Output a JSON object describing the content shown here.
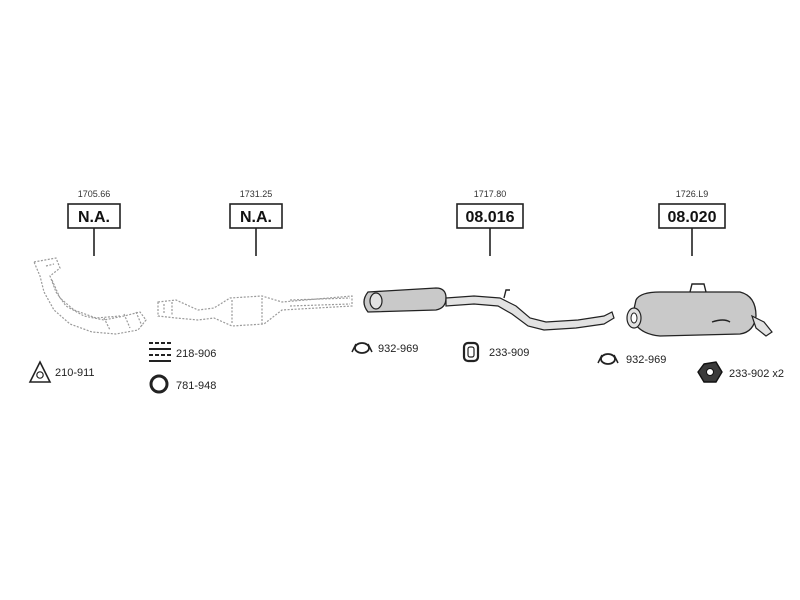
{
  "sections": [
    {
      "ref": "1705.66",
      "code": "N.A."
    },
    {
      "ref": "1731.25",
      "code": "N.A."
    },
    {
      "ref": "1717.80",
      "code": "08.016"
    },
    {
      "ref": "1726.L9",
      "code": "08.020"
    }
  ],
  "parts": [
    {
      "label": "210-911",
      "icon": "triangle-gasket-icon"
    },
    {
      "label": "218-906",
      "icon": "bolt-set-icon"
    },
    {
      "label": "781-948",
      "icon": "ring-gasket-icon"
    },
    {
      "label": "932-969",
      "icon": "clamp-icon"
    },
    {
      "label": "233-909",
      "icon": "rubber-mount-icon"
    },
    {
      "label": "932-969",
      "icon": "clamp-icon"
    },
    {
      "label": "233-902 x2",
      "icon": "hex-nut-icon"
    }
  ]
}
